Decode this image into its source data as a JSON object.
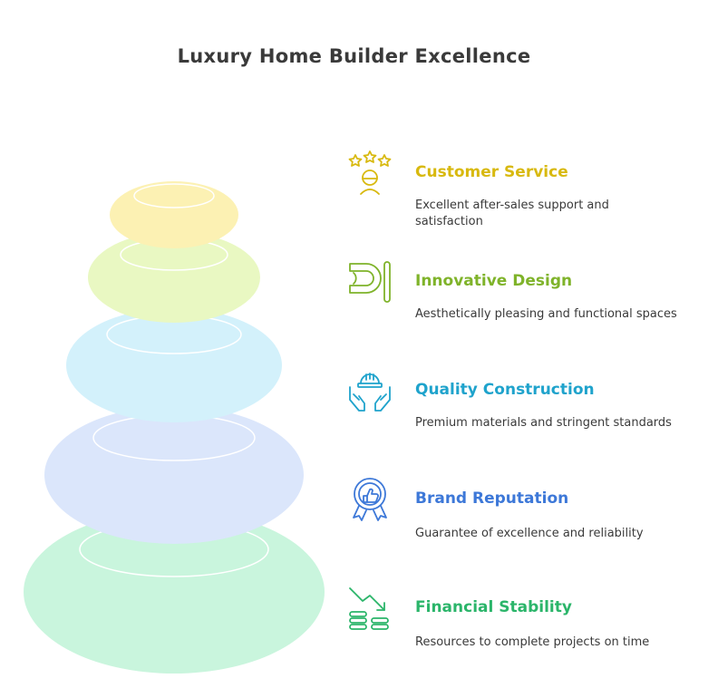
{
  "title": "Luxury Home Builder Excellence",
  "colors": {
    "customer_service": "#d8b90f",
    "innovative_design": "#7fb32a",
    "quality_construction": "#1fa3cc",
    "brand_reputation": "#3d78d8",
    "financial_stability": "#2bb56a"
  },
  "items": [
    {
      "icon": "stars-person-icon",
      "heading": "Customer Service",
      "description": "Excellent after-sales support and satisfaction"
    },
    {
      "icon": "design-curve-icon",
      "heading": "Innovative Design",
      "description": "Aesthetically pleasing and functional spaces"
    },
    {
      "icon": "hardhat-hands-icon",
      "heading": "Quality Construction",
      "description": "Premium materials and stringent standards"
    },
    {
      "icon": "thumbs-up-badge-icon",
      "heading": "Brand Reputation",
      "description": "Guarantee of excellence and reliability"
    },
    {
      "icon": "declining-chart-coins-icon",
      "heading": "Financial Stability",
      "description": "Resources to complete projects on time"
    }
  ]
}
